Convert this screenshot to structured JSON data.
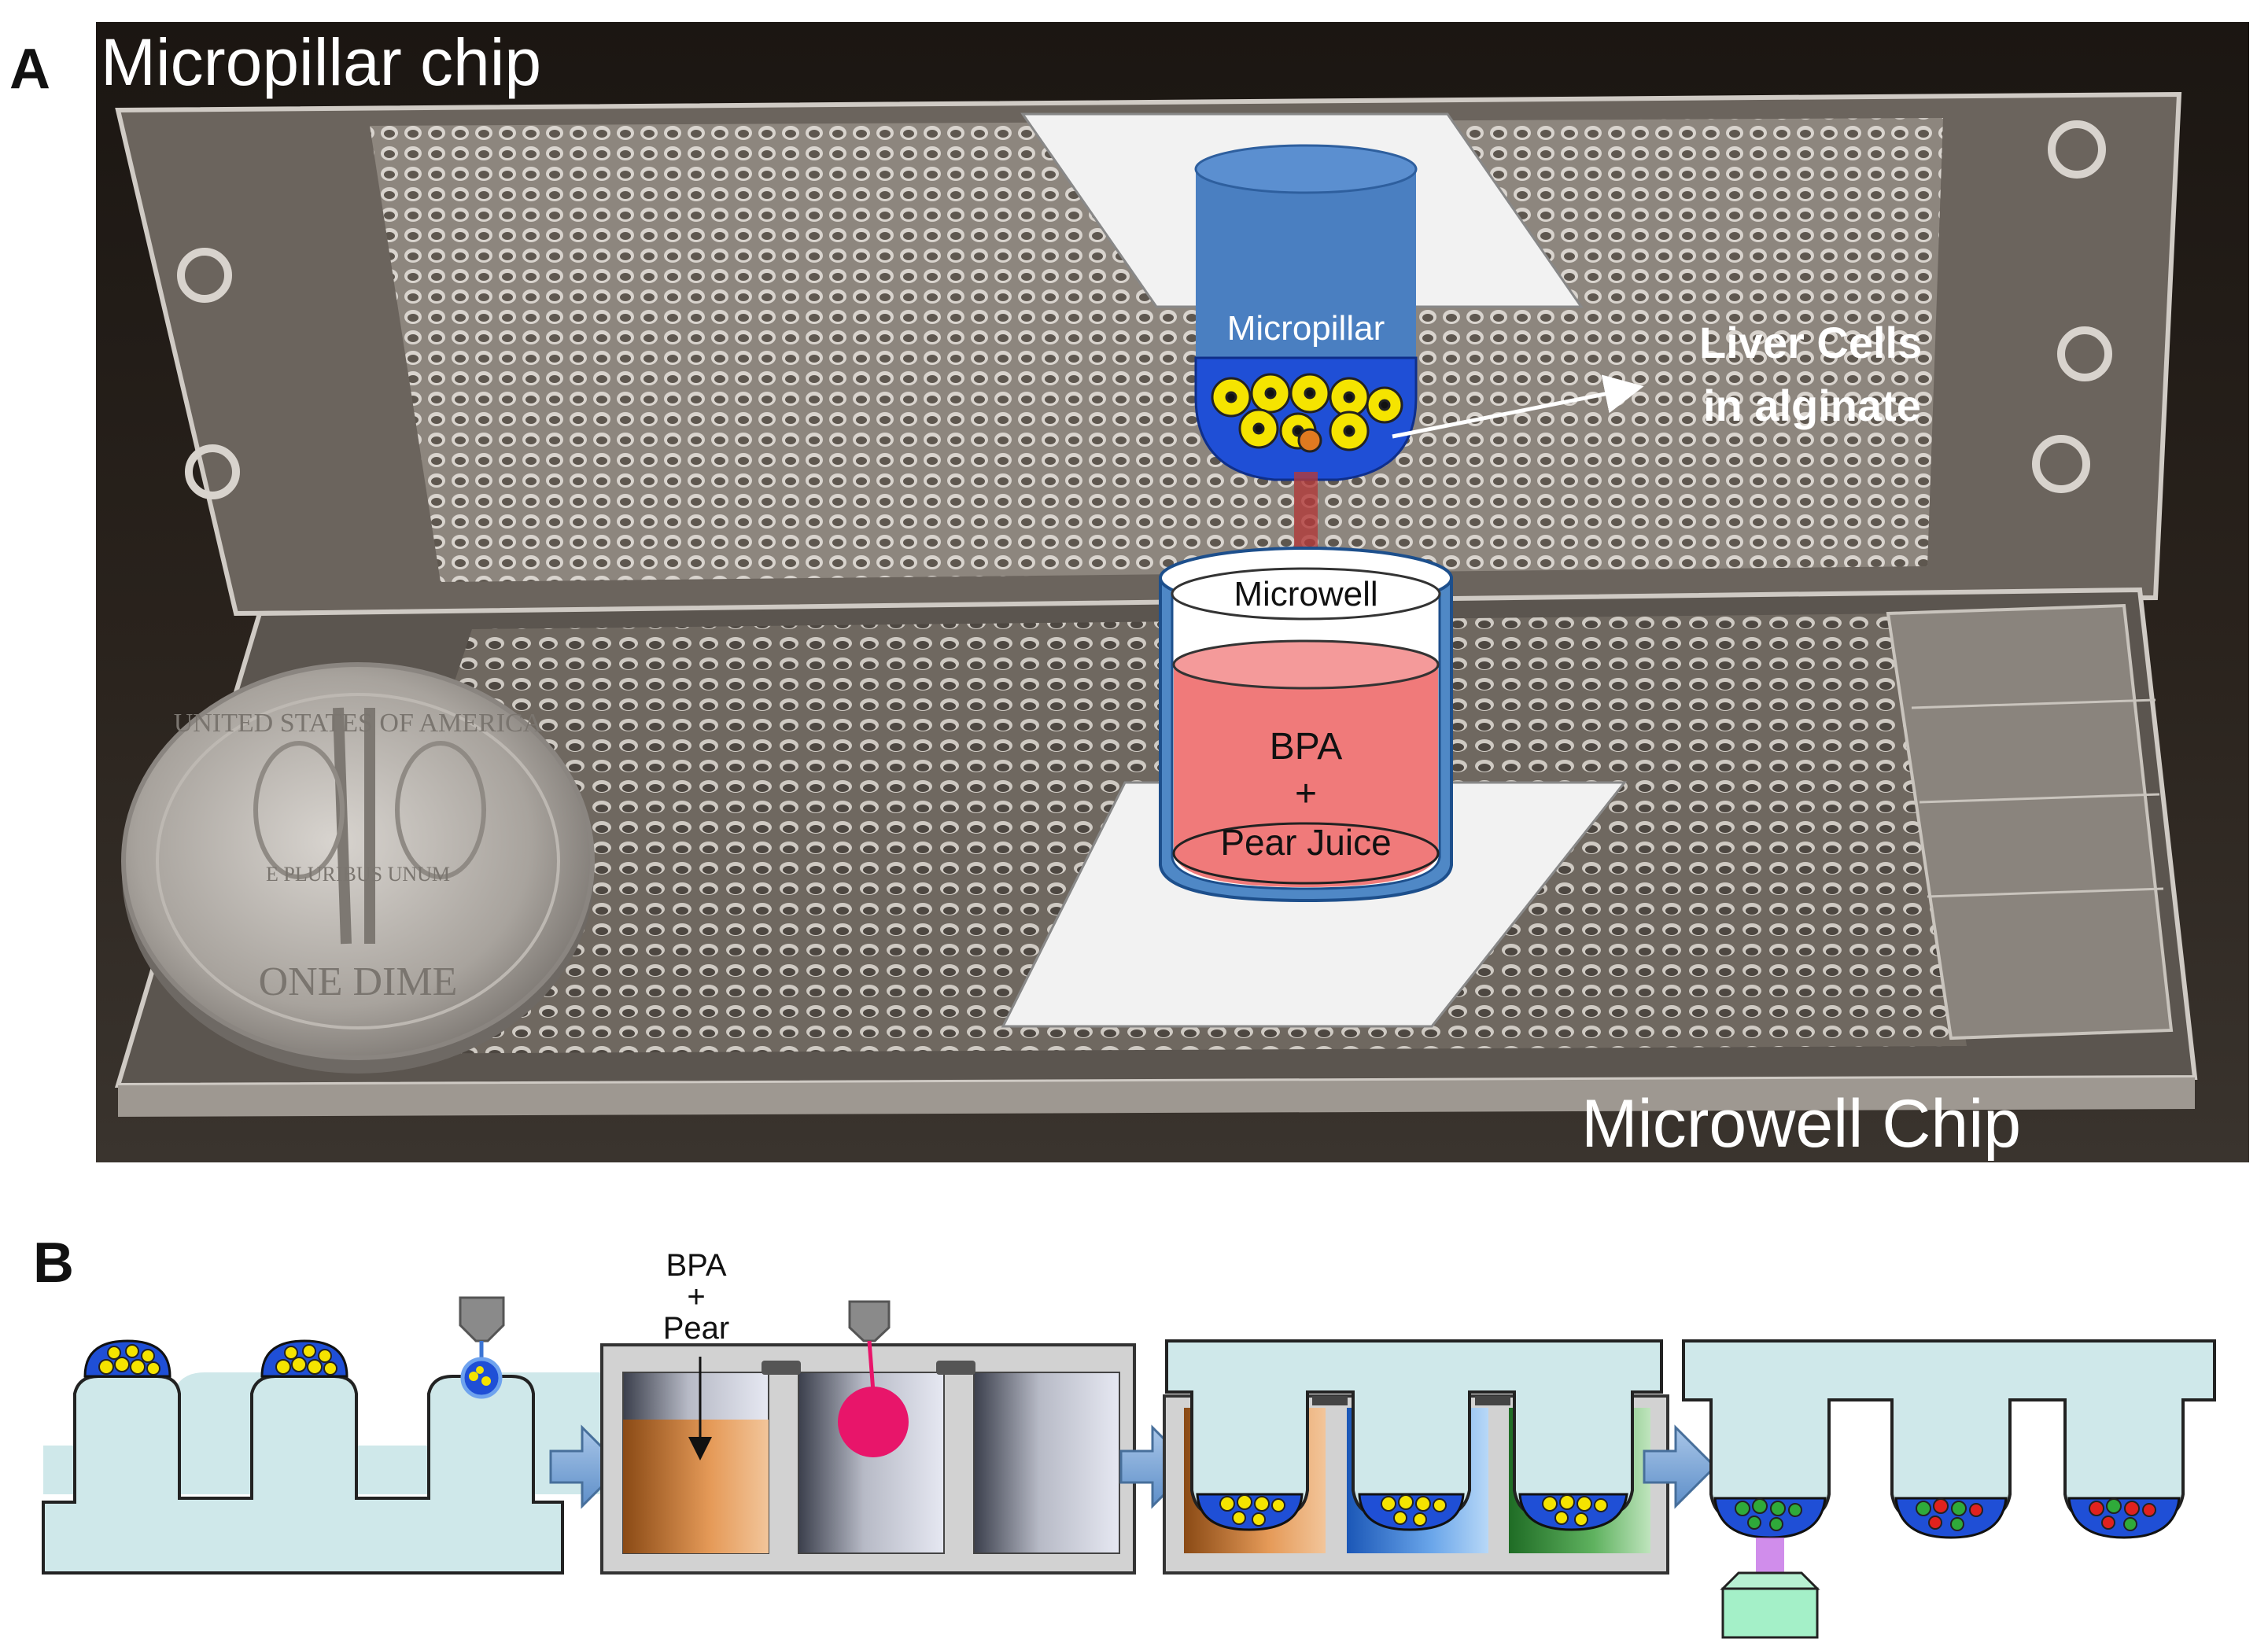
{
  "panel_a": {
    "letter": "A",
    "title_top": "Micropillar chip",
    "title_bottom": "Microwell Chip",
    "pillar_label": "Micropillar",
    "cells_label_line1": "Liver Cells",
    "cells_label_line2": "in alginate",
    "well_label": "Microwell",
    "liquid_line1": "BPA",
    "liquid_line2": "+",
    "liquid_line3": "Pear Juice",
    "coin_text_top": "UNITED STATES OF AMERICA",
    "coin_text_bottom": "ONE DIME",
    "coin_motto": "E PLURIBUS UNUM"
  },
  "panel_b": {
    "letter": "B",
    "label_line1": "BPA",
    "label_line2": "+",
    "label_line3": "Pear"
  },
  "colors": {
    "chip": "#cfe8ea",
    "pillar_blue": "#4a7fc1",
    "alginate_blue": "#1f4fd6",
    "cell_yellow": "#f5e400",
    "liquid_red": "#f07a7a",
    "juice_orange": "#d9823c",
    "well_blue": "#4d92dd",
    "well_green": "#3f9b44",
    "drop_magenta": "#e8156a",
    "detector_green": "#9ff0c0"
  }
}
